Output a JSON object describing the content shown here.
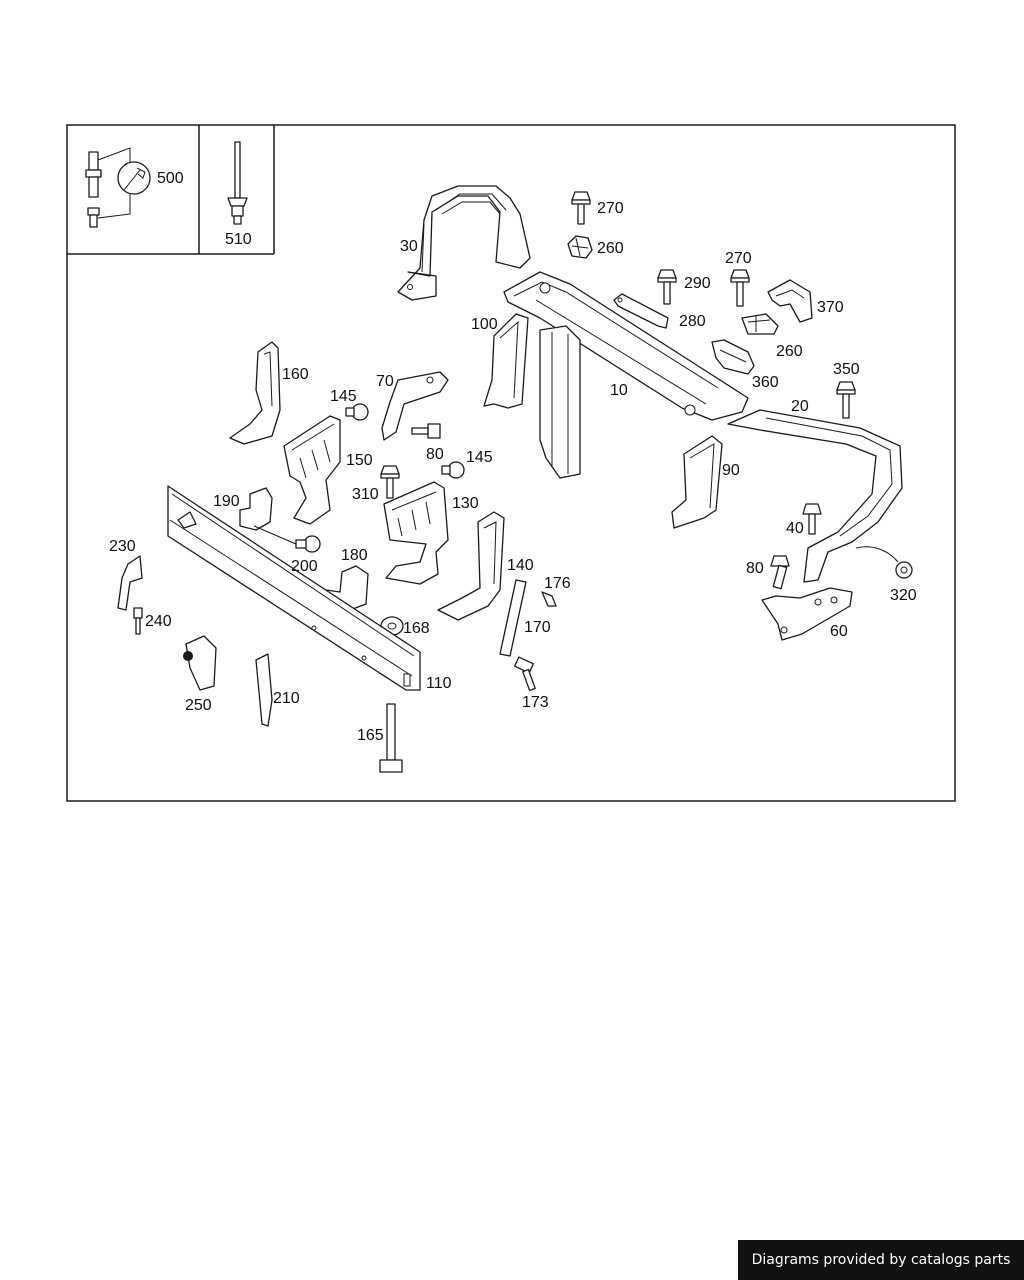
{
  "labels": {
    "p500": "500",
    "p510": "510",
    "p30": "30",
    "p270a": "270",
    "p260a": "260",
    "p270b": "270",
    "p290": "290",
    "p280": "280",
    "p370": "370",
    "p260b": "260",
    "p100": "100",
    "p160": "160",
    "p145a": "145",
    "p70": "70",
    "p10": "10",
    "p360": "360",
    "p350": "350",
    "p20": "20",
    "p80a": "80",
    "p145b": "145",
    "p150": "150",
    "p310": "310",
    "p130": "130",
    "p90": "90",
    "p190": "190",
    "p40": "40",
    "p230": "230",
    "p200": "200",
    "p180": "180",
    "p140": "140",
    "p176": "176",
    "p80b": "80",
    "p320": "320",
    "p240": "240",
    "p168": "168",
    "p170": "170",
    "p60": "60",
    "p110": "110",
    "p250": "250",
    "p210": "210",
    "p173": "173",
    "p165": "165"
  },
  "footer": {
    "text": "Diagrams provided by catalogs parts"
  }
}
